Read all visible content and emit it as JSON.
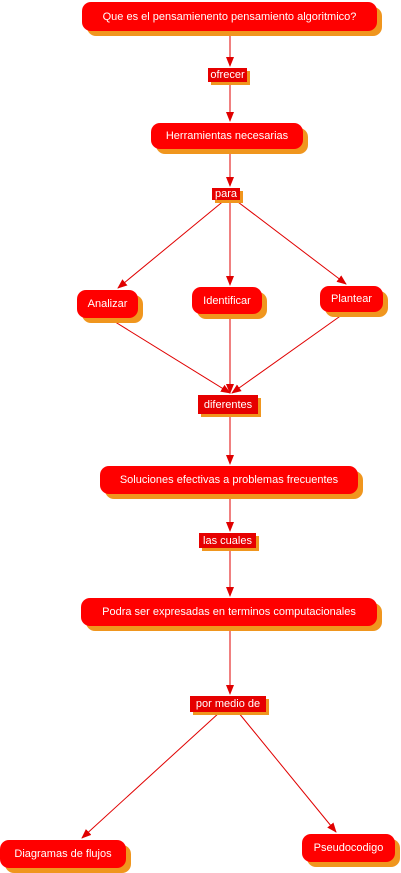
{
  "colors": {
    "node_fill": "#ff0000",
    "node_shadow": "#f0961e",
    "link_fill": "#e60000",
    "edge": "#e00000",
    "text": "#ffffff",
    "background": "#ffffff"
  },
  "nodes": {
    "question": "Que es el pensamienento pensamiento algoritmico?",
    "herramientas": "Herramientas necesarias",
    "analizar": "Analizar",
    "identificar": "Identificar",
    "plantear": "Plantear",
    "soluciones": "Soluciones efectivas a problemas frecuentes",
    "expresadas": "Podra ser expresadas en terminos computacionales",
    "diagramas": "Diagramas de flujos",
    "pseudocodigo": "Pseudocodigo"
  },
  "links": {
    "ofrecer": "ofrecer",
    "para": "para",
    "diferentes": "diferentes",
    "las_cuales": "las cuales",
    "por_medio_de": "por medio de"
  }
}
